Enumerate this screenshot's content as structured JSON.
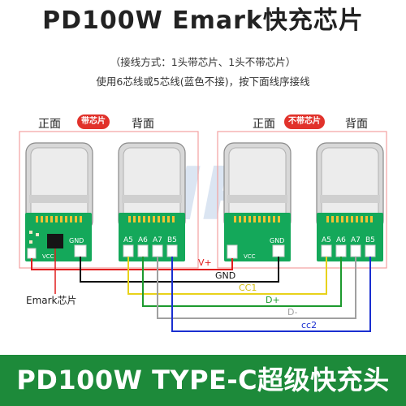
{
  "title": "PD100W  Emark快充芯片",
  "subtitle": "（接线方式：1头带芯片、1头不带芯片）",
  "instruction": "使用6芯线或5芯线(蓝色不接)，按下面线序接线",
  "left_group": {
    "front_label": "正面",
    "badge": "带芯片",
    "back_label": "背面"
  },
  "right_group": {
    "front_label": "正面",
    "badge": "不带芯片",
    "back_label": "背面"
  },
  "board_labels": {
    "gnd": "GND",
    "vcc": "VCC",
    "pins": [
      "A5",
      "A6",
      "A7",
      "B5"
    ]
  },
  "wires": {
    "vplus": "V+",
    "gnd": "GND",
    "cc1": "CC1",
    "dplus": "D+",
    "dminus": "D-",
    "cc2": "cc2"
  },
  "emark_label": "Emark芯片",
  "watermark": "IP",
  "bottom_banner": "PD100W TYPE-C超级快充头",
  "colors": {
    "vplus": "#e11e1e",
    "gnd": "#111111",
    "cc1": "#e8d21a",
    "dplus": "#1d9a2e",
    "dminus": "#a0a0a0",
    "cc2": "#1a2fd0",
    "pcb": "#14a85a",
    "banner": "#1d8a3a",
    "badge": "#e1322b"
  }
}
